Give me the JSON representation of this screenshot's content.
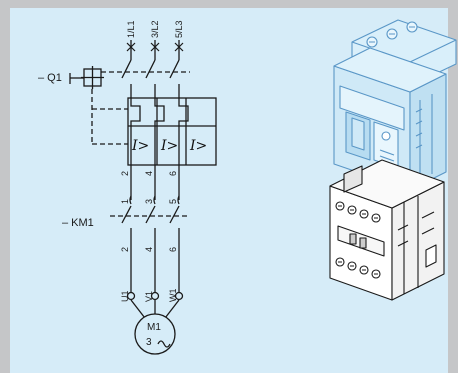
{
  "colors": {
    "background": "#d6ecf8",
    "frame": "#c5c6c8",
    "wire": "#1a1a1a",
    "device_body": "#cfe9f7",
    "device_line": "#5a97c7",
    "contactor_body": "#ffffff"
  },
  "labels": {
    "q1": "– Q1",
    "km1": "– KM1",
    "line1": "1/L1",
    "line2": "3/L2",
    "line3": "5/L3",
    "breaker_out": [
      "2",
      "4",
      "6"
    ],
    "contactor_in": [
      "1",
      "3",
      "5"
    ],
    "contactor_out": [
      "2",
      "4",
      "6"
    ],
    "motor_terms": [
      "U1",
      "V1",
      "W1"
    ],
    "trip_symbol": "I>",
    "motor_name": "M1",
    "motor_type": "3",
    "motor_ac": "~"
  },
  "images": {
    "device": "motor-starter-assembly-illustration"
  }
}
